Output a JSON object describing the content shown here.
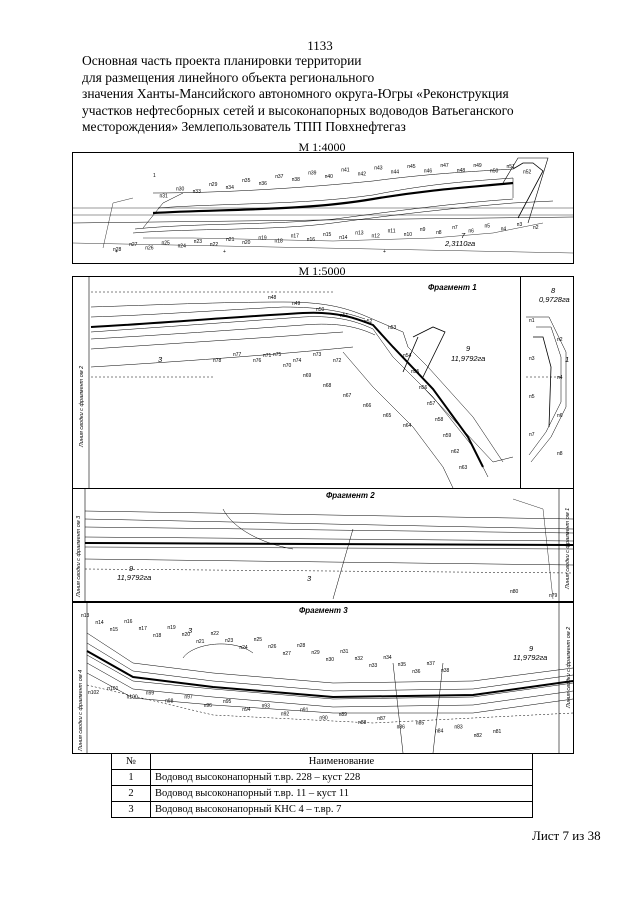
{
  "page_number": "1133",
  "title_lines": [
    "Основная часть проекта планировки территории",
    "для размещения линейного объекта регионального",
    "значения Ханты-Мансийского автономного округа-Югры «Реконструкция",
    "участков нефтесборных сетей и высоконапорных водоводов Ватьеганского",
    "месторождения» Землепользователь ТПП Повхнефтегаз"
  ],
  "scale_top": "М 1:4000",
  "scale_bottom": "М 1:5000",
  "map1": {
    "labels": [
      "1",
      "п31",
      "п30",
      "п33",
      "п29",
      "п34",
      "п35",
      "п36",
      "п37",
      "п38",
      "п39",
      "п40",
      "п41",
      "п42",
      "п43",
      "п44",
      "п45",
      "п46",
      "п47",
      "п48",
      "п49",
      "п50",
      "п51",
      "п52",
      "п28",
      "п27",
      "п26",
      "п25",
      "п24",
      "п23",
      "п22",
      "п21",
      "п20",
      "п19",
      "п18",
      "п17",
      "п16",
      "п15",
      "п14",
      "п13",
      "п12",
      "п11",
      "п10",
      "п9",
      "п8",
      "п7",
      "п6",
      "п5",
      "п4",
      "п3",
      "п2"
    ],
    "area_num": "7",
    "area": "2,3110га"
  },
  "map2": {
    "fragment": "Фрагмент 1",
    "side_caption": "Линия сводки с фрагмент ом 2",
    "labels": [
      "п48",
      "п49",
      "п50",
      "п51",
      "п52",
      "п53",
      "п54",
      "п55",
      "п56",
      "п57",
      "п58",
      "п59",
      "п62",
      "п63",
      "п64",
      "п65",
      "п66",
      "п67",
      "п68",
      "п69",
      "п70",
      "п71",
      "п72",
      "п73",
      "п74",
      "п75",
      "п76",
      "п77",
      "п78"
    ],
    "line_num": "3",
    "area_num": "9",
    "area": "11,9792га",
    "inset": {
      "area_num": "8",
      "area": "0,9728га",
      "line_num": "1",
      "labels": [
        "п1",
        "п2",
        "п3",
        "п4",
        "п5",
        "п6",
        "п7",
        "п8"
      ]
    }
  },
  "map3": {
    "fragment": "Фрагмент 2",
    "side_left": "Линия сводки с фрагмент ом 3",
    "side_right": "Линия сводки с фрагмент ом 1",
    "area_num": "9",
    "area": "11,9792га",
    "line_num": "3",
    "labels": [
      "п80",
      "п79"
    ]
  },
  "map4": {
    "fragment": "Фрагмент 3",
    "side_left": "Линия сводки с фрагмент ом 4",
    "side_right": "Линия сводки с фрагмент ом 2",
    "line_num": "3",
    "area_num": "9",
    "area": "11,9792га",
    "labels": [
      "п13",
      "п14",
      "п15",
      "п16",
      "п17",
      "п18",
      "п19",
      "п20",
      "п21",
      "п22",
      "п23",
      "п24",
      "п25",
      "п26",
      "п27",
      "п28",
      "п29",
      "п30",
      "п31",
      "п32",
      "п33",
      "п34",
      "п35",
      "п36",
      "п37",
      "п38",
      "п81",
      "п82",
      "п83",
      "п84",
      "п85",
      "п86",
      "п87",
      "п88",
      "п89",
      "п90",
      "п91",
      "п92",
      "п93",
      "п94",
      "п95",
      "п96",
      "п97",
      "п98",
      "п99",
      "п100",
      "п101",
      "п102"
    ]
  },
  "table": {
    "headers": [
      "№",
      "Наименование"
    ],
    "rows": [
      [
        "1",
        "Водовод высоконапорный т.вр. 228 – куст 228"
      ],
      [
        "2",
        "Водовод высоконапорный т.вр. 11 – куст 11"
      ],
      [
        "3",
        "Водовод высоконапорный КНС 4 – т.вр. 7"
      ]
    ]
  },
  "sheet_label": "Лист 7 из  38"
}
